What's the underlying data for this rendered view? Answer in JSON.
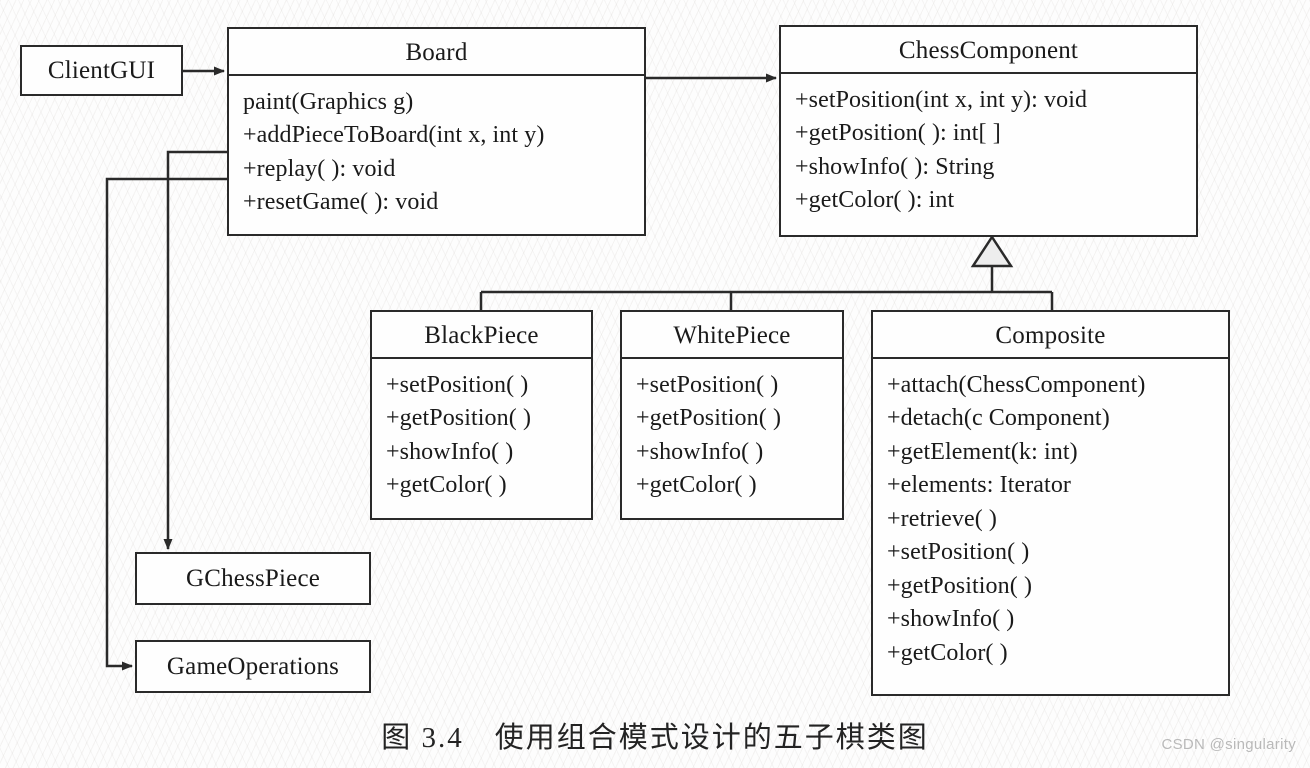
{
  "figure": {
    "caption": "图 3.4　使用组合模式设计的五子棋类图",
    "watermark": "CSDN @singularity"
  },
  "diagram": {
    "type": "uml-class-diagram",
    "stroke_color": "#2a2a2a",
    "fill_color": "#fefefe",
    "classes": [
      {
        "id": "clientgui",
        "name": "ClientGUI",
        "members": []
      },
      {
        "id": "board",
        "name": "Board",
        "members": [
          "paint(Graphics g)",
          "+addPieceToBoard(int x, int y)",
          "+replay( ): void",
          "+resetGame( ): void"
        ]
      },
      {
        "id": "chesscomponent",
        "name": "ChessComponent",
        "members": [
          "+setPosition(int x, int y): void",
          "+getPosition( ): int[ ]",
          "+showInfo( ): String",
          "+getColor( ): int"
        ]
      },
      {
        "id": "blackpiece",
        "name": "BlackPiece",
        "members": [
          "+setPosition( )",
          "+getPosition( )",
          "+showInfo( )",
          "+getColor( )"
        ]
      },
      {
        "id": "whitepiece",
        "name": "WhitePiece",
        "members": [
          "+setPosition( )",
          "+getPosition( )",
          "+showInfo( )",
          "+getColor( )"
        ]
      },
      {
        "id": "composite",
        "name": "Composite",
        "members": [
          "+attach(ChessComponent)",
          "+detach(c Component)",
          "+getElement(k: int)",
          "+elements: Iterator",
          "+retrieve( )",
          "+setPosition( )",
          "+getPosition( )",
          "+showInfo( )",
          "+getColor( )"
        ]
      },
      {
        "id": "gchesspiece",
        "name": "GChessPiece",
        "members": []
      },
      {
        "id": "gameoperations",
        "name": "GameOperations",
        "members": []
      }
    ],
    "relationships": [
      {
        "from": "clientgui",
        "to": "board",
        "kind": "association-arrow"
      },
      {
        "from": "board",
        "to": "chesscomponent",
        "kind": "association-arrow"
      },
      {
        "from": "board",
        "to": "gchesspiece",
        "kind": "association-arrow"
      },
      {
        "from": "board",
        "to": "gameoperations",
        "kind": "association-arrow"
      },
      {
        "from": "blackpiece",
        "to": "chesscomponent",
        "kind": "generalization"
      },
      {
        "from": "whitepiece",
        "to": "chesscomponent",
        "kind": "generalization"
      },
      {
        "from": "composite",
        "to": "chesscomponent",
        "kind": "generalization"
      }
    ]
  }
}
